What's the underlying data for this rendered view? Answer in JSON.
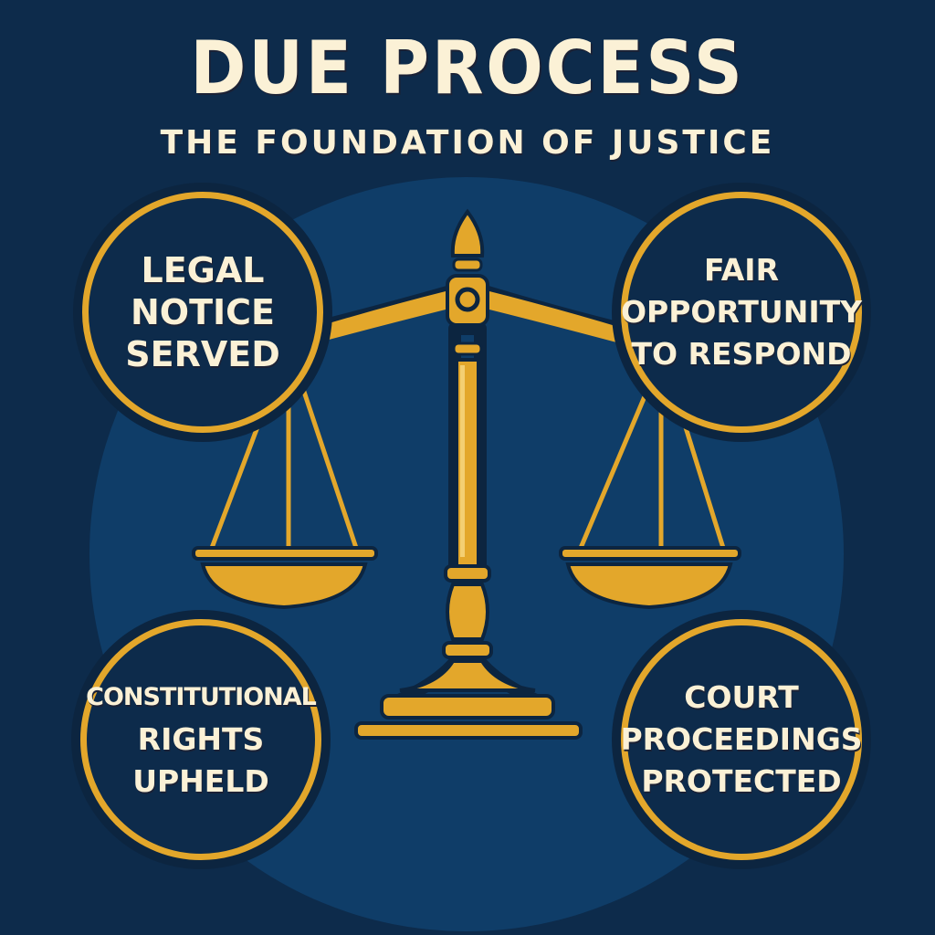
{
  "header": {
    "title": "DUE PROCESS",
    "subtitle": "THE FOUNDATION OF JUSTICE"
  },
  "badges": [
    {
      "position": "top-left",
      "lines": [
        "LEGAL",
        "NOTICE",
        "SERVED"
      ]
    },
    {
      "position": "top-right",
      "lines": [
        "FAIR",
        "OPPORTUNITY",
        "TO RESPOND"
      ]
    },
    {
      "position": "bottom-left",
      "lines": [
        "CONSTITUTIONAL",
        "RIGHTS",
        "UPHELD"
      ]
    },
    {
      "position": "bottom-right",
      "lines": [
        "COURT",
        "PROCEEDINGS",
        "PROTECTED"
      ]
    }
  ],
  "illustration": {
    "icon": "scales-of-justice-icon"
  },
  "colors": {
    "background": "#0d2b4b",
    "inner_circle": "#0f3d68",
    "gold": "#e3a72b",
    "text": "#fbf1d6"
  }
}
